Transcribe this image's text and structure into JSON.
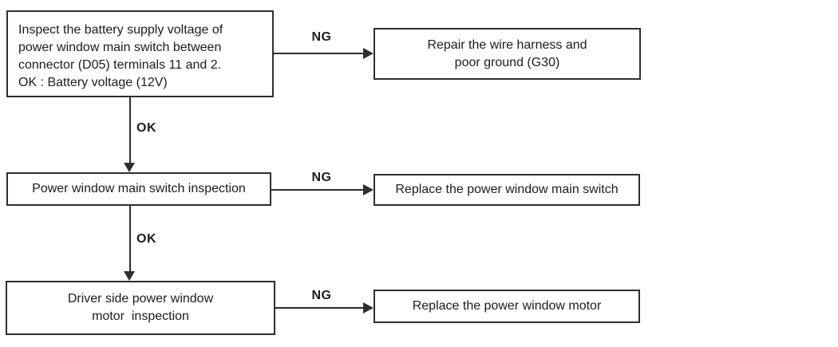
{
  "colors": {
    "background": "#ffffff",
    "line": "#2e2e2e",
    "text": "#1c1c1c"
  },
  "flowchart": {
    "nodes": {
      "inspect_battery": {
        "lines": [
          "Inspect the battery supply voltage of",
          "power window main switch between",
          "connector (D05) terminals 11 and 2.",
          "OK : Battery voltage (12V)"
        ]
      },
      "repair_harness": {
        "lines": [
          "Repair the wire harness and",
          "poor ground (G30)"
        ]
      },
      "main_switch_inspection": {
        "lines": [
          "Power window main switch inspection"
        ]
      },
      "replace_main_switch": {
        "lines": [
          "Replace the power window main switch"
        ]
      },
      "motor_inspection": {
        "lines": [
          "Driver side power window",
          "motor  inspection"
        ]
      },
      "replace_motor": {
        "lines": [
          "Replace the power window motor"
        ]
      }
    },
    "edge_labels": {
      "ng_1": "NG",
      "ok_1": "OK",
      "ng_2": "NG",
      "ok_2": "OK",
      "ng_3": "NG"
    }
  }
}
